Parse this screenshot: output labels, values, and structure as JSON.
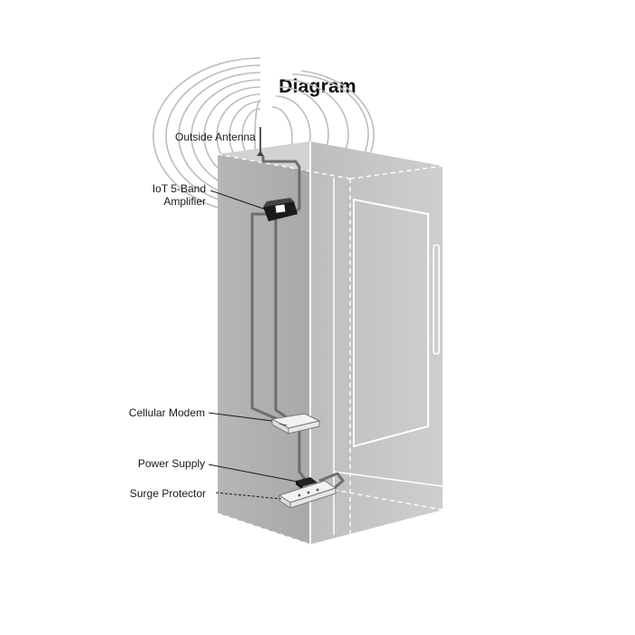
{
  "title": "Diagram",
  "labels": {
    "outside_antenna": "Outside Antenna",
    "amplifier_line1": "IoT 5-Band",
    "amplifier_line2": "Amplifier",
    "cellular_modem": "Cellular Modem",
    "power_supply": "Power Supply",
    "surge_protector": "Surge Protector"
  },
  "colors": {
    "cabinet_side": "#b2b2b2",
    "cabinet_front": "#c5c5c5",
    "cabinet_top": "#d8d8d8",
    "cable": "#6e6e6e",
    "signal_rings": "#bdbdbd"
  }
}
